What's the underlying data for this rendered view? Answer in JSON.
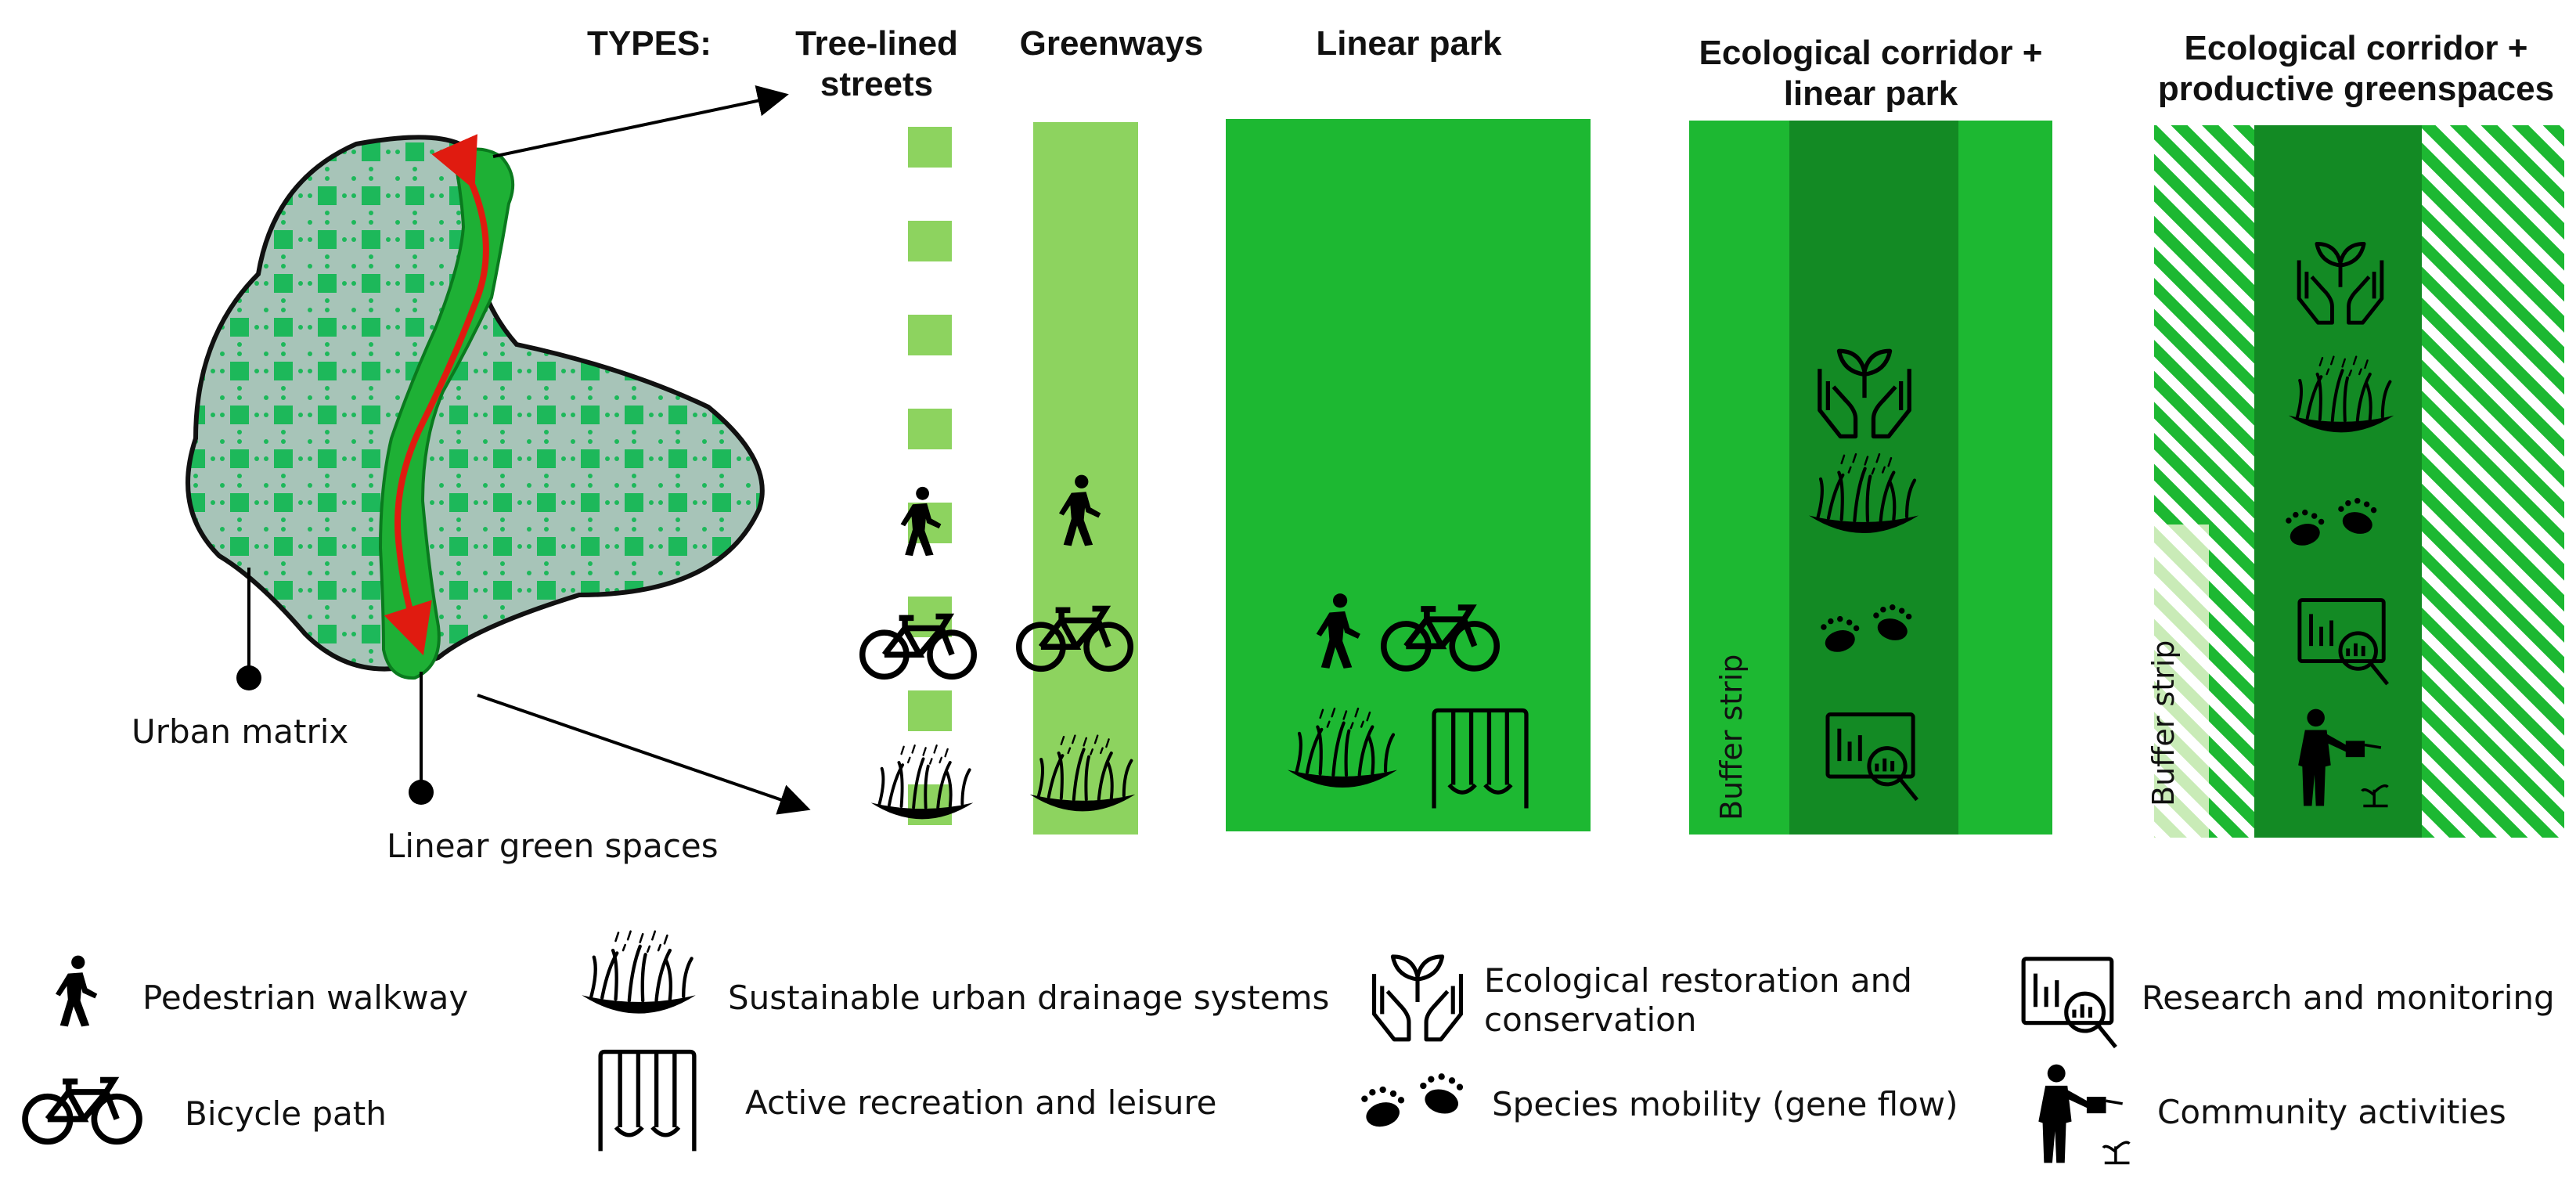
{
  "header": {
    "types_label": "TYPES:",
    "columns": [
      {
        "title_line1": "Tree-lined",
        "title_line2": "streets"
      },
      {
        "title_line1": "Greenways",
        "title_line2": ""
      },
      {
        "title_line1": "Linear park",
        "title_line2": ""
      },
      {
        "title_line1": "Ecological corridor +",
        "title_line2": "linear park"
      },
      {
        "title_line1": "Ecological corridor +",
        "title_line2": "productive greenspaces"
      }
    ]
  },
  "map": {
    "urban_matrix_label": "Urban matrix",
    "linear_green_label": "Linear green spaces"
  },
  "buffer_label": "Buffer strip",
  "legend": [
    {
      "icon": "pedestrian-icon",
      "label": "Pedestrian walkway"
    },
    {
      "icon": "bicycle-icon",
      "label": "Bicycle path"
    },
    {
      "icon": "drainage-icon",
      "label": "Sustainable urban drainage systems"
    },
    {
      "icon": "swing-icon",
      "label": "Active recreation and leisure"
    },
    {
      "icon": "restoration-icon",
      "label_line1": "Ecological restoration and",
      "label_line2": "conservation"
    },
    {
      "icon": "paw-prints-icon",
      "label": "Species mobility (gene flow)"
    },
    {
      "icon": "research-icon",
      "label": "Research and monitoring"
    },
    {
      "icon": "community-icon",
      "label": "Community activities"
    }
  ],
  "colors": {
    "light_green": "#8dd35f",
    "mid_green": "#1db832",
    "dark_green": "#138a24",
    "matrix_fill": "#9fbfb0",
    "matrix_dots": "#1db85a",
    "arrow_red": "#e01b10"
  }
}
